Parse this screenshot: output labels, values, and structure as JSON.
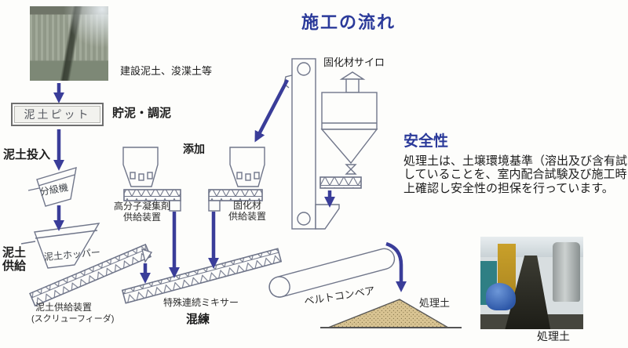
{
  "title": "施工の流れ",
  "colors": {
    "accent_blue": "#2b3a9a",
    "arrow_blue": "#3a3d99",
    "outline_gray": "#70768a",
    "pile_tan": "#d9c493"
  },
  "flow": {
    "source_label": "建設泥土、浚渫土等",
    "pit_box": "泥土ピット",
    "storage_label": "貯泥・調泥",
    "input_label": "泥土投入",
    "classifier": "分級機",
    "hopper": "泥土ホッパー",
    "supply_label_line1": "泥土",
    "supply_label_line2": "供給",
    "feeder_label_line1": "泥土供給装置",
    "feeder_label_line2": "(スクリューフィーダ)",
    "addition_label": "添加",
    "polymer_label_line1": "高分子凝集剤",
    "polymer_label_line2": "供給装置",
    "solidifier_label_line1": "固化材",
    "solidifier_label_line2": "供給装置",
    "silo_label": "固化材サイロ",
    "mixer_label": "特殊連続ミキサー",
    "kneading_label": "混練",
    "conveyor_label": "ベルトコンベア",
    "pile_label": "処理土"
  },
  "safety": {
    "heading": "安全性",
    "line1": "処理土は、土壌環境基準（溶出及び含有試",
    "line2": "していることを、室内配合試験及び施工時",
    "line3": "上確認し安全性の担保を行っています。"
  },
  "photo2_caption": "処理土"
}
